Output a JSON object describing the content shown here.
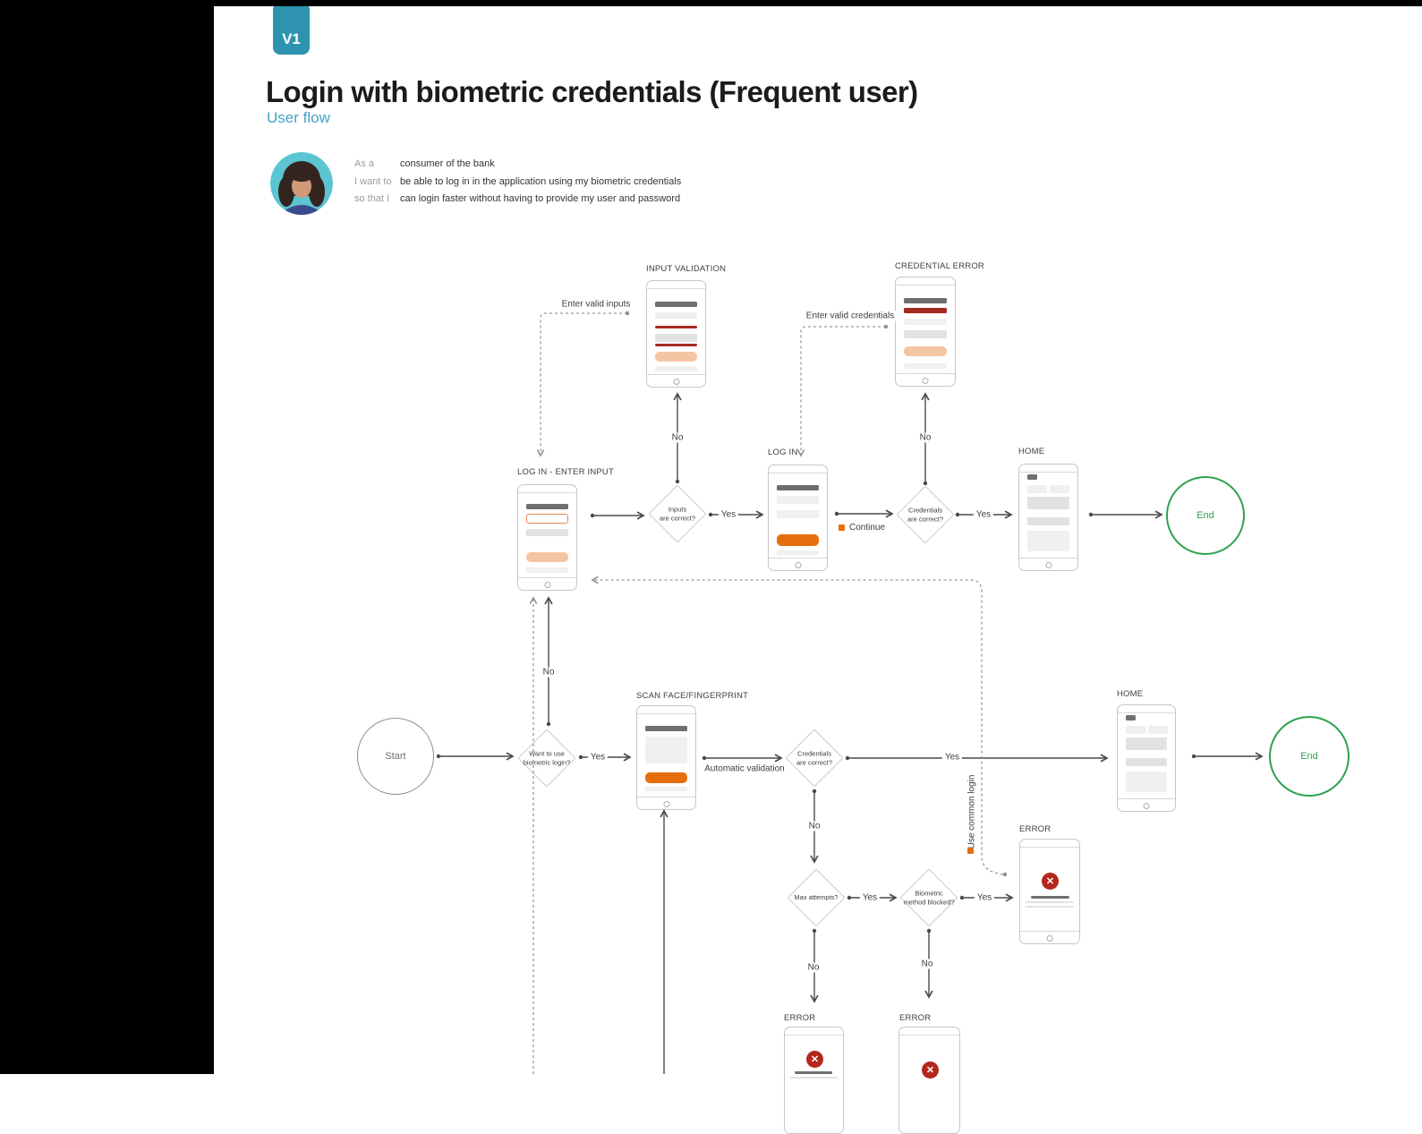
{
  "header": {
    "version_badge": "V1",
    "title": "Login with biometric credentials (Frequent user)",
    "subtitle": "User flow"
  },
  "user_story": {
    "as_a_label": "As a",
    "as_a": "consumer of the bank",
    "i_want_to_label": "I want to",
    "i_want_to": "be able to log in in the application using my biometric credentials",
    "so_that_label": "so that I",
    "so_that": "can login faster without having to provide my user and password"
  },
  "flow": {
    "terminals": {
      "start": "Start",
      "end": "End"
    },
    "phones": {
      "input_validation": "INPUT VALIDATION",
      "credential_error": "CREDENTIAL ERROR",
      "login_enter_input": "LOG IN - ENTER INPUT",
      "login": "LOG IN",
      "home_top": "HOME",
      "scan": "SCAN FACE/FINGERPRINT",
      "home_mid": "HOME",
      "error_common": "ERROR",
      "error_max": "ERROR",
      "error_blocked": "ERROR"
    },
    "decisions": {
      "inputs_correct": "Inputs\nare correct?",
      "credentials_correct_top": "Credentials\nare correct?",
      "want_biometric": "Want to use\nbiometric login?",
      "credentials_correct_mid": "Credentials\nare correct?",
      "max_attempts": "Max attempts?",
      "biometric_blocked": "Biometric\nmethod blocked?"
    },
    "labels": {
      "yes": "Yes",
      "no": "No",
      "automatic_validation": "Automatic validation",
      "enter_valid_inputs": "Enter valid inputs",
      "enter_valid_credentials": "Enter valid credentials",
      "use_common_login": "Use common login",
      "continue": "Continue"
    }
  },
  "colors": {
    "badge_teal": "#2E93AF",
    "subtitle_blue": "#45A3C7",
    "accent_orange": "#E56E0C",
    "peach": "#F5C5A3",
    "error_red": "#B3271C",
    "dark_red_bar": "#A52B21",
    "success_green": "#2EA24E",
    "avatar_teal": "#5BC5D2",
    "line_gray": "#4A4A4A",
    "dashed_gray": "#9A9A9A"
  }
}
